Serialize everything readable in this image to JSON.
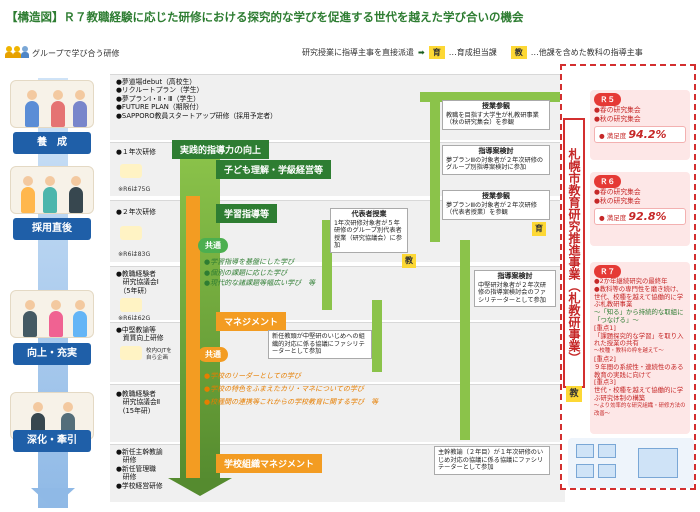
{
  "title": "【構造図】Ｒ７教職経験に応じた研修における探究的な学びを促進する世代を越えた学び合いの機会",
  "legend": {
    "group_learning": "グループで学び合う研修",
    "dispatch": "研究授業に指導主事を直接派遣",
    "iku_chip": "育",
    "iku_text": "…育成担当課",
    "kyo_chip": "教",
    "kyo_text": "…他課を含めた教科の指導主事"
  },
  "stages": {
    "yosei": "養　成",
    "saiyo": "採用直後",
    "kojo": "向上・充実",
    "shinka": "深化・牽引"
  },
  "rows": {
    "yosei_lines": [
      "●夢道場debut（高校生）",
      "●リクルートプラン（学生）",
      "●夢プランⅠ・Ⅱ・Ⅲ（学生）",
      "●FUTURE PLAN（期限付）",
      "●SAPPORO教員スタートアップ研修（採用予定者）"
    ],
    "year1": "●１年次研修",
    "year1_note": "※R6は75G",
    "year2": "●２年次研修",
    "year2_note": "※R6は83G",
    "kyoshoku1_lines": [
      "●教職経験者",
      "　研究協議会Ⅰ",
      "　（5年研）"
    ],
    "kyoshoku1_note": "※R6は62G",
    "chuken_lines": [
      "●中堅教諭等",
      "　資質向上研修"
    ],
    "chuken_note": "校内OJTを自ら企画",
    "kyoshoku2_lines": [
      "●教職経験者",
      "　研究協議会Ⅱ",
      "　(15年研)"
    ],
    "kanri_lines": [
      "●新任主幹教諭",
      "　研修",
      "●新任管理職",
      "　研修",
      "●学校経営研修"
    ]
  },
  "center": {
    "shido_up": "実践的指導力の向上",
    "kodomo": "子ども理解・学級経営等",
    "gakushu": "学習指導等",
    "kyotsu1": "共通",
    "kyotsu1_items": [
      "●学習指導を基盤にした学び",
      "●個別の課題に応じた学び",
      "●現代的な諸課題等幅広い学び　等"
    ],
    "management": "マネジメント",
    "kyotsu2": "共通",
    "kyotsu2_items": [
      "●学校のリーダーとしての学び",
      "●学校の特色をふまえたカリ・マネについての学び",
      "●校種間の連携等これからの学校教育に関する学び　等"
    ],
    "soshiki": "学校組織マネジメント"
  },
  "boxes": {
    "jugyo_title": "授業参観",
    "jugyo_text": "教職を目指す大学生が札教研事業（秋の研究集会）を参観",
    "shido1_title": "指導案検討",
    "shido1_text": "夢プランⅢの対象者が２年次研修のグループ別指導案検討に参加",
    "jugyo2_title": "授業参観",
    "jugyo2_text": "夢プランⅢの対象者が２年次研修（代表者授業）を参観",
    "daihyo_title": "代表者授業",
    "daihyo_text": "1年次研修対象者が５年研修のグループ別代表者授業（研究協議会）に参加",
    "shido2_title": "指導案検討",
    "shido2_text": "中堅研対象者が２年次研修の指導案検討会のファシリテーターとして参加",
    "chuken_box_text": "新任教頭が中堅研のいじめへの組織的対応に係る協議にファシリテーターとして参加",
    "shukan_box_text": "主幹教諭（２年目）が１年次研修のいじめ対応の協議に係る協議にファシリテーターとして参加",
    "kyo_tag": "教",
    "iku_tag": "育"
  },
  "right": {
    "vertical_title": "札幌市教育研究推進事業（札教研事業）",
    "r5": "Ｒ５",
    "r5_items": [
      "●春の研究集会",
      "●秋の研究集会"
    ],
    "r5_satis_label": "満足度",
    "r5_satis": "94.2%",
    "r6": "Ｒ６",
    "r6_items": [
      "●春の研究集会",
      "●秋の研究集会"
    ],
    "r6_satis_label": "満足度",
    "r6_satis": "92.8%",
    "r7": "Ｒ７",
    "r7_items": [
      "●2か年継続研究の最終年",
      "●教科等の専門性を磨き続け、世代、校種を越えて協働的に学ぶ札教研事業",
      "〜「知る」から持続的な取組に「つなげる」〜",
      "[重点1]",
      "「課題探究的な学習」を取り入れた授業の共有",
      "〜校種・教科の枠を越えて〜",
      "[重点2]",
      "９年間の系統性・連続性のある教育の実践に向けて",
      "[重点3]",
      "世代・校種を越えて協働的に学ぶ研究体制の構築",
      "〜より効率的な研究組織・研修方法の改善〜"
    ],
    "kyo_badge": "教"
  },
  "colors": {
    "title_green": "#2e7d32",
    "stage_blue": "#1f5fa8",
    "accent_red": "#d32f2f",
    "orange": "#f39c22",
    "green": "#4caf50"
  }
}
